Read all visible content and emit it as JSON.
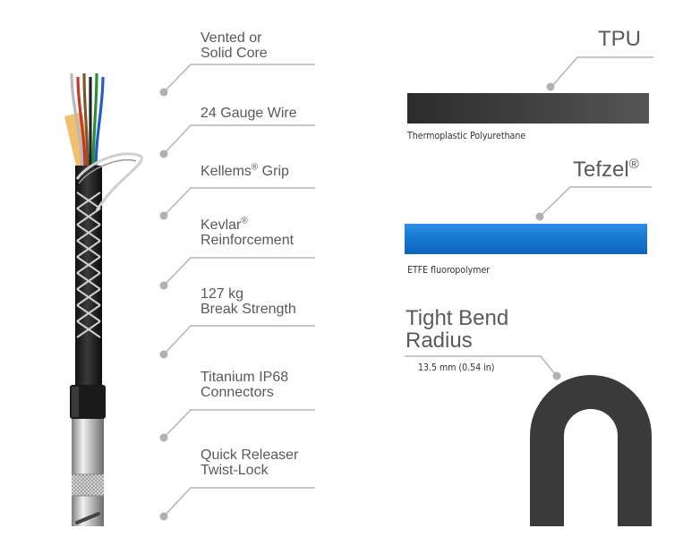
{
  "features": [
    {
      "line1": "Vented or",
      "line2": "Solid Core"
    },
    {
      "line1": "24 Gauge Wire",
      "line2": ""
    },
    {
      "line1": "Kellems",
      "sup1": "®",
      "line1b": " Grip",
      "line2": ""
    },
    {
      "line1": "Kevlar",
      "sup1": "®",
      "line2": "Reinforcement"
    },
    {
      "line1": "127 kg",
      "line2": "Break Strength"
    },
    {
      "line1": "Titanium IP68",
      "line2": "Connectors"
    },
    {
      "line1": "Quick Releaser",
      "line2": "Twist-Lock"
    }
  ],
  "materials": {
    "tpu": {
      "title": "TPU",
      "caption": "Thermoplastic Polyurethane",
      "color": "#3d3d3d"
    },
    "tefzel": {
      "title": "Tefzel",
      "sup": "®",
      "caption": "ETFE fluoropolymer",
      "color": "#1a7fd6"
    }
  },
  "bend": {
    "title_line1": "Tight Bend",
    "title_line2": "Radius",
    "value": "13.5 mm (0.54 in)",
    "color": "#3a3a3a"
  },
  "wire_colors": [
    "#b9b9b9",
    "#c0392b",
    "#7a5a2a",
    "#222222",
    "#2e8b3a",
    "#1f5fc0"
  ]
}
